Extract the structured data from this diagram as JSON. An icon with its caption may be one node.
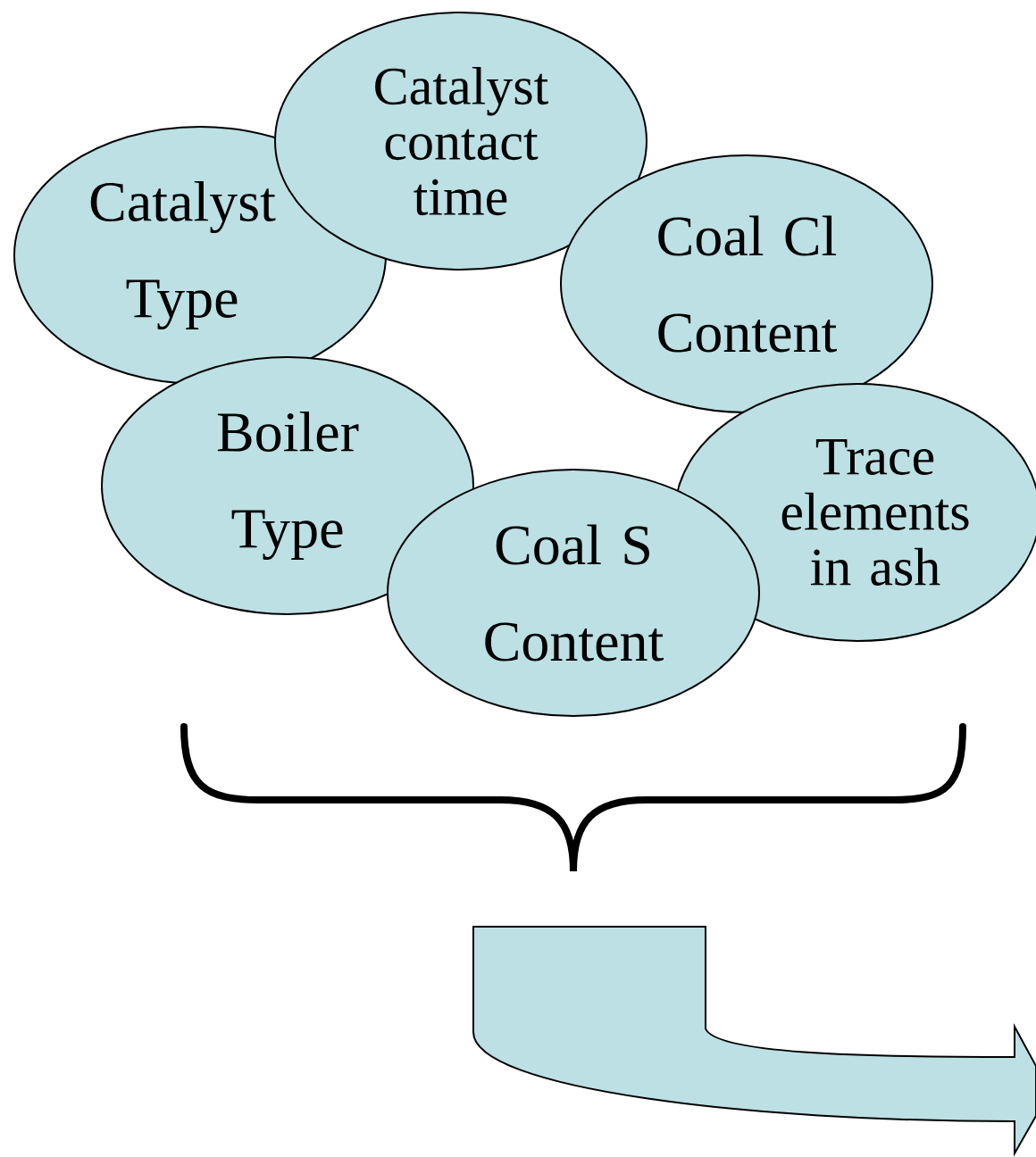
{
  "diagram": {
    "nodes": [
      {
        "text": [
          "Catalyst Type"
        ]
      },
      {
        "text": [
          "Catalyst contact time"
        ]
      },
      {
        "text": [
          "Coal Cl Content"
        ]
      },
      {
        "text": [
          "Boiler Type"
        ]
      },
      {
        "text": [
          "Trace elements in ash"
        ]
      },
      {
        "text": [
          "Coal S Content"
        ]
      }
    ]
  }
}
